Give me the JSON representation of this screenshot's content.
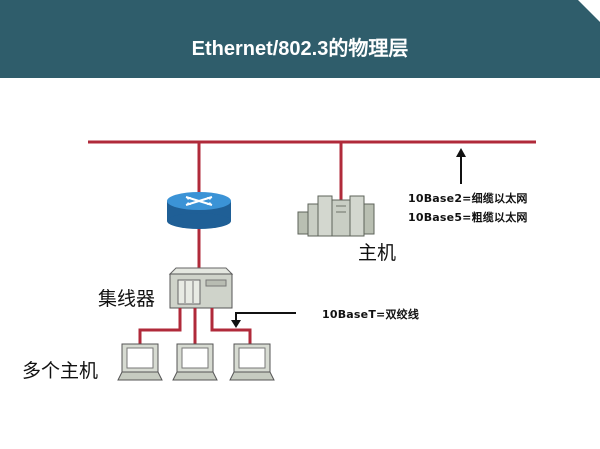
{
  "title": "Ethernet/802.3的物理层",
  "labels": {
    "host": "主机",
    "hub": "集线器",
    "hosts": "多个主机",
    "thin_coax": "10Base2=细缆以太网",
    "thick_coax": "10Base5=粗缆以太网",
    "twisted_pair": "10BaseT=双绞线"
  },
  "colors": {
    "header": "#2f5d6b",
    "cable": "#b02a3a",
    "router": "#2d7fc0",
    "device": "#c9cec4"
  }
}
